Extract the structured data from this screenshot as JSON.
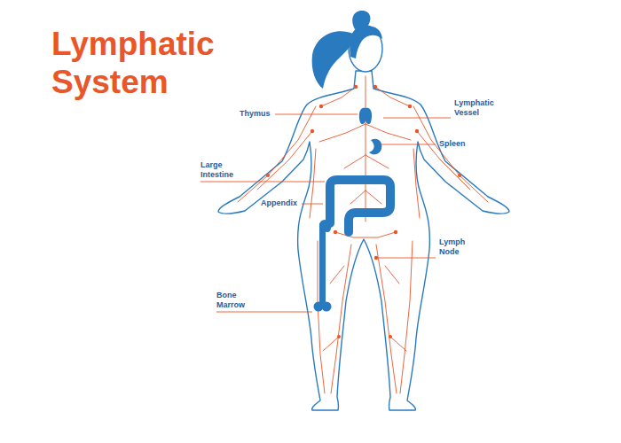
{
  "diagram": {
    "title": "Lymphatic System",
    "labels": [
      "Thymus",
      "Lymphatic Vessel",
      "Spleen",
      "Large Intestine",
      "Appendix",
      "Lymph Node",
      "Bone Marrow"
    ]
  }
}
